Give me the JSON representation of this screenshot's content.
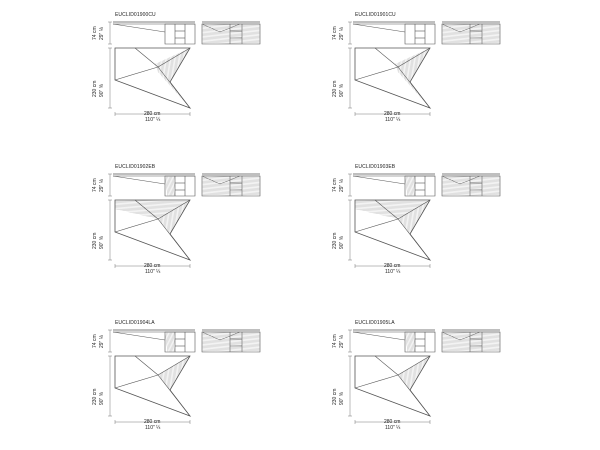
{
  "sheets": [
    {
      "code": "EUCLID01900CU",
      "variant": "CU",
      "height_cm": "74 cm",
      "height_in": "29\" ⅛",
      "depth_cm": "230 cm",
      "depth_in": "90\" ⅝",
      "width_cm": "280 cm",
      "width_in": "110\" ¼"
    },
    {
      "code": "EUCLID01901CU",
      "variant": "CU",
      "height_cm": "74 cm",
      "height_in": "29\" ⅛",
      "depth_cm": "230 cm",
      "depth_in": "90\" ⅝",
      "width_cm": "280 cm",
      "width_in": "110\" ¼"
    },
    {
      "code": "EUCLID01902EB",
      "variant": "EB",
      "height_cm": "74 cm",
      "height_in": "29\" ⅛",
      "depth_cm": "230 cm",
      "depth_in": "90\" ⅝",
      "width_cm": "280 cm",
      "width_in": "110\" ¼"
    },
    {
      "code": "EUCLID01903EB",
      "variant": "EB",
      "height_cm": "74 cm",
      "height_in": "29\" ⅛",
      "depth_cm": "230 cm",
      "depth_in": "90\" ⅝",
      "width_cm": "280 cm",
      "width_in": "110\" ¼"
    },
    {
      "code": "EUCLID01904LA",
      "variant": "LA",
      "height_cm": "74 cm",
      "height_in": "29\" ⅛",
      "depth_cm": "230 cm",
      "depth_in": "90\" ⅝",
      "width_cm": "280 cm",
      "width_in": "110\" ¼"
    },
    {
      "code": "EUCLID01905LA",
      "variant": "LA",
      "height_cm": "74 cm",
      "height_in": "29\" ⅛",
      "depth_cm": "230 cm",
      "depth_in": "90\" ⅝",
      "width_cm": "280 cm",
      "width_in": "110\" ¼"
    }
  ],
  "colors": {
    "line": "#555555",
    "hatch": "#9a9a9a",
    "background": "#ffffff"
  }
}
